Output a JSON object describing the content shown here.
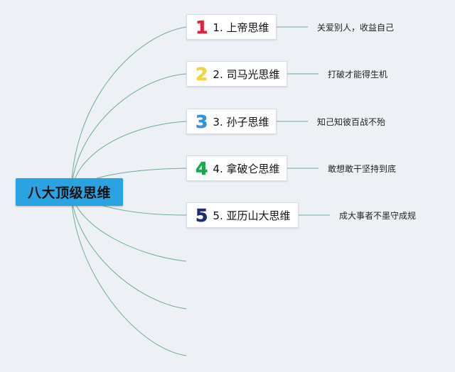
{
  "central": {
    "label": "八大顶级思维"
  },
  "branches": [
    {
      "number": "1",
      "label": "1. 上帝思维",
      "leaf": "关爱别人，收益自己",
      "color": "#e0203a"
    },
    {
      "number": "2",
      "label": "2. 司马光思维",
      "leaf": "打破才能得生机",
      "color": "#f5d33c"
    },
    {
      "number": "3",
      "label": "3. 孙子思维",
      "leaf": "知己知彼百战不殆",
      "color": "#2f95d8"
    },
    {
      "number": "4",
      "label": "4. 拿破仑思维",
      "leaf": "敢想敢干坚持到底",
      "color": "#1aa84a"
    },
    {
      "number": "5",
      "label": "5. 亚历山大思维",
      "leaf": "成大事者不墨守成规",
      "color": "#1d2c73"
    }
  ],
  "colors": {
    "line": "#6fa89a",
    "central_bg": "#2aa3e0",
    "background": "#edf1f5"
  }
}
